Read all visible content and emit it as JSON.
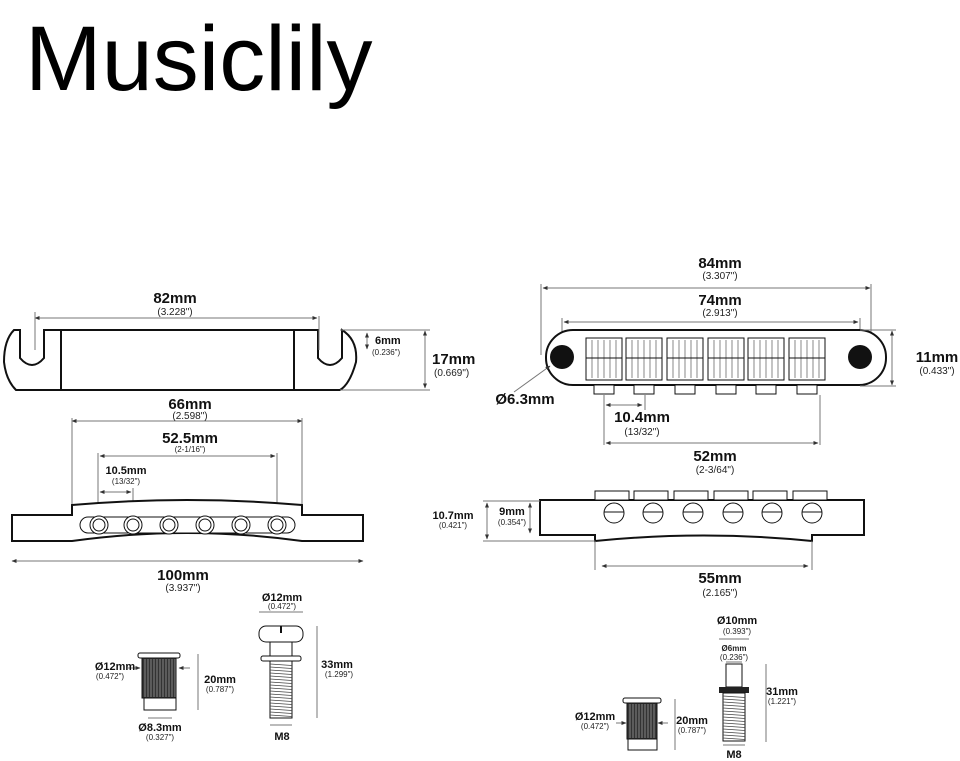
{
  "title": "Musiclily",
  "tailpiece": {
    "overall": {
      "mm": "82mm",
      "in": "(3.228\")"
    },
    "slot_depth": {
      "mm": "6mm",
      "in": "(0.236\")"
    },
    "height": {
      "mm": "17mm",
      "in": "(0.669\")"
    },
    "body_width": {
      "mm": "66mm",
      "in": "(2.598\")"
    },
    "post_spacing": {
      "mm": "52.5mm",
      "in": "(2-1/16\")"
    },
    "string_spacing": {
      "mm": "10.5mm",
      "in": "(13/32\")"
    },
    "length": {
      "mm": "100mm",
      "in": "(3.937\")"
    }
  },
  "bridge": {
    "overall": {
      "mm": "84mm",
      "in": "(3.307\")"
    },
    "post_spacing": {
      "mm": "74mm",
      "in": "(2.913\")"
    },
    "depth": {
      "mm": "11mm",
      "in": "(0.433\")"
    },
    "hole": {
      "mm": "Ø6.3mm"
    },
    "string_spacing": {
      "mm": "10.4mm",
      "in": "(13/32\")"
    },
    "e_to_e": {
      "mm": "52mm",
      "in": "(2-3/64\")"
    },
    "height": {
      "mm": "10.7mm",
      "in": "(0.421\")"
    },
    "body_height": {
      "mm": "9mm",
      "in": "(0.354\")"
    },
    "base": {
      "mm": "55mm",
      "in": "(2.165\")"
    }
  },
  "tail_insert": {
    "diameter": {
      "mm": "Ø12mm",
      "in": "(0.472\")"
    },
    "length": {
      "mm": "20mm",
      "in": "(0.787\")"
    },
    "inner": {
      "mm": "Ø8.3mm",
      "in": "(0.327\")"
    }
  },
  "tail_stud": {
    "head": {
      "mm": "Ø12mm",
      "in": "(0.472\")"
    },
    "length": {
      "mm": "33mm",
      "in": "(1.299\")"
    },
    "thread": "M8"
  },
  "bridge_insert": {
    "diameter": {
      "mm": "Ø12mm",
      "in": "(0.472\")"
    },
    "length": {
      "mm": "20mm",
      "in": "(0.787\")"
    }
  },
  "bridge_stud": {
    "flange": {
      "mm": "Ø10mm",
      "in": "(0.393\")"
    },
    "post": {
      "mm": "Ø6mm",
      "in": "(0.236\")"
    },
    "length": {
      "mm": "31mm",
      "in": "(1.221\")"
    },
    "thread": "M8"
  }
}
